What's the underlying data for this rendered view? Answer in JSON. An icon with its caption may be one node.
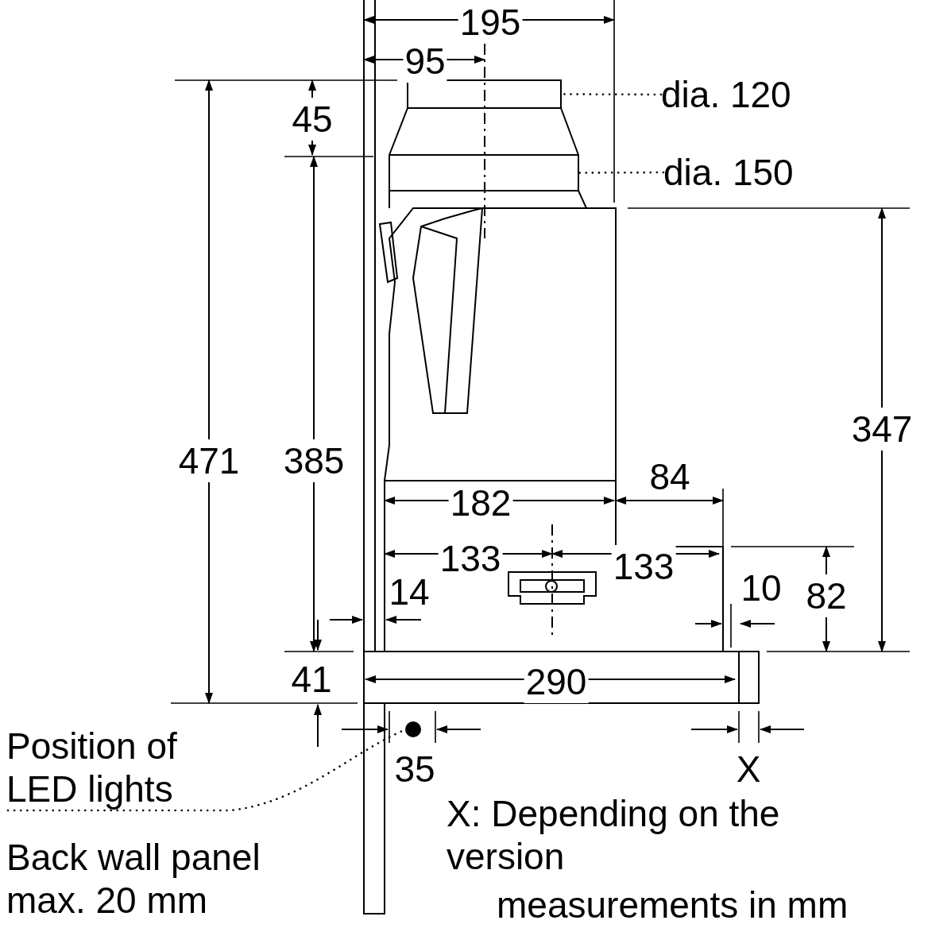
{
  "diagram": {
    "nodes": [
      {
        "text": [
          "dia. 120"
        ]
      },
      {
        "text": [],
        "shape": "box"
      },
      {
        "text": [
          "dia. 150"
        ]
      },
      {
        "text": [],
        "shape": "box"
      },
      {
        "text": [
          "Position of LED lights"
        ]
      },
      {
        "text": [],
        "shape": "circle"
      }
    ],
    "edges": [
      {
        "from": 0,
        "to": 1,
        "arrow": "none",
        "style": "dashed"
      },
      {
        "from": 2,
        "to": 3,
        "arrow": "none",
        "style": "dashed"
      },
      {
        "from": 4,
        "to": 5,
        "arrow": "none",
        "style": "dashed"
      }
    ],
    "labels": [
      "195",
      "95",
      "45",
      "471",
      "385",
      "347",
      "84",
      "182",
      "133",
      "133",
      "14",
      "10",
      "82",
      "41",
      "290",
      "35",
      "X",
      "X: Depending on the version",
      "Back wall panel max. 20 mm",
      "measurements in mm"
    ]
  }
}
